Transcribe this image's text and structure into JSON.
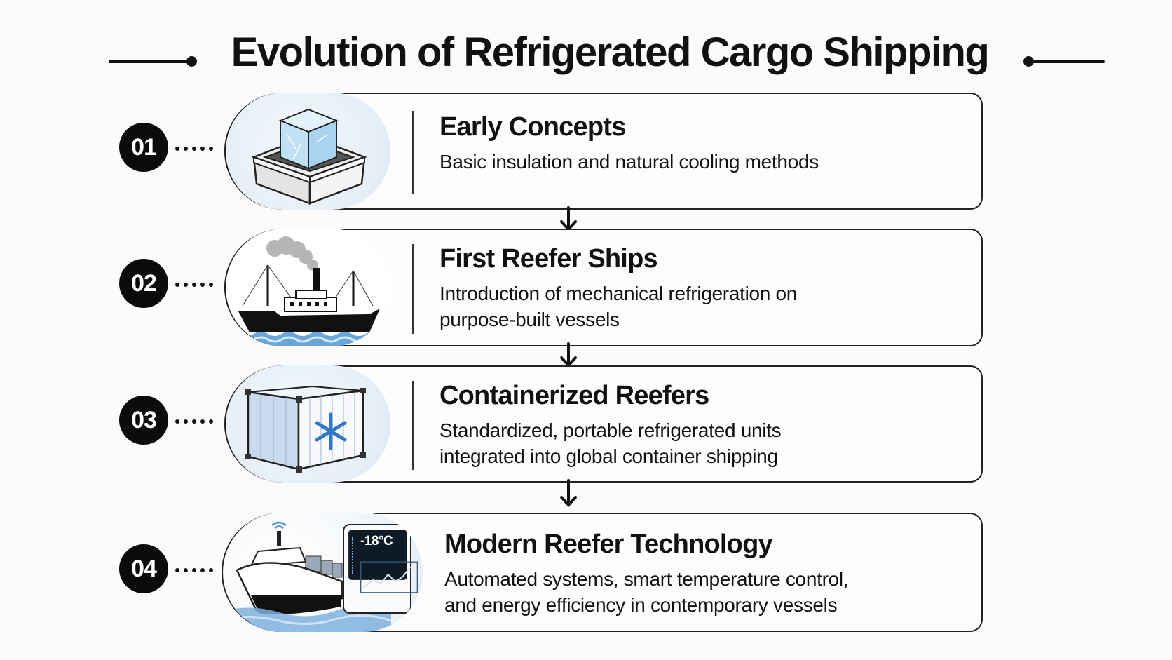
{
  "header": {
    "title": "Evolution of Refrigerated Cargo Shipping"
  },
  "steps": [
    {
      "number": "01",
      "title": "Early Concepts",
      "description_lines": [
        "Basic insulation and natural cooling methods"
      ],
      "icon": "ice-block-in-insulated-box-icon"
    },
    {
      "number": "02",
      "title": "First Reefer Ships",
      "description_lines": [
        "Introduction of mechanical refrigeration on",
        "purpose-built vessels"
      ],
      "icon": "steamship-icon"
    },
    {
      "number": "03",
      "title": "Containerized Reefers",
      "description_lines": [
        "Standardized, portable refrigerated units",
        "integrated into global container shipping"
      ],
      "icon": "reefer-container-snowflake-icon"
    },
    {
      "number": "04",
      "title": "Modern Reefer Technology",
      "description_lines": [
        "Automated systems, smart temperature control,",
        "and energy efficiency in contemporary vessels"
      ],
      "icon": "modern-container-ship-with-control-panel-icon",
      "panel": {
        "temperature": "-18°C",
        "icons": [
          "thermometer-icon",
          "gear-icon",
          "leaf-icon"
        ]
      }
    }
  ],
  "colors": {
    "ink": "#111111",
    "ice_blue": "#bfe0f5",
    "snowflake_blue": "#2f78c4",
    "bubble_bg": "#e6eef7",
    "water_blue": "#6aa6d8"
  }
}
